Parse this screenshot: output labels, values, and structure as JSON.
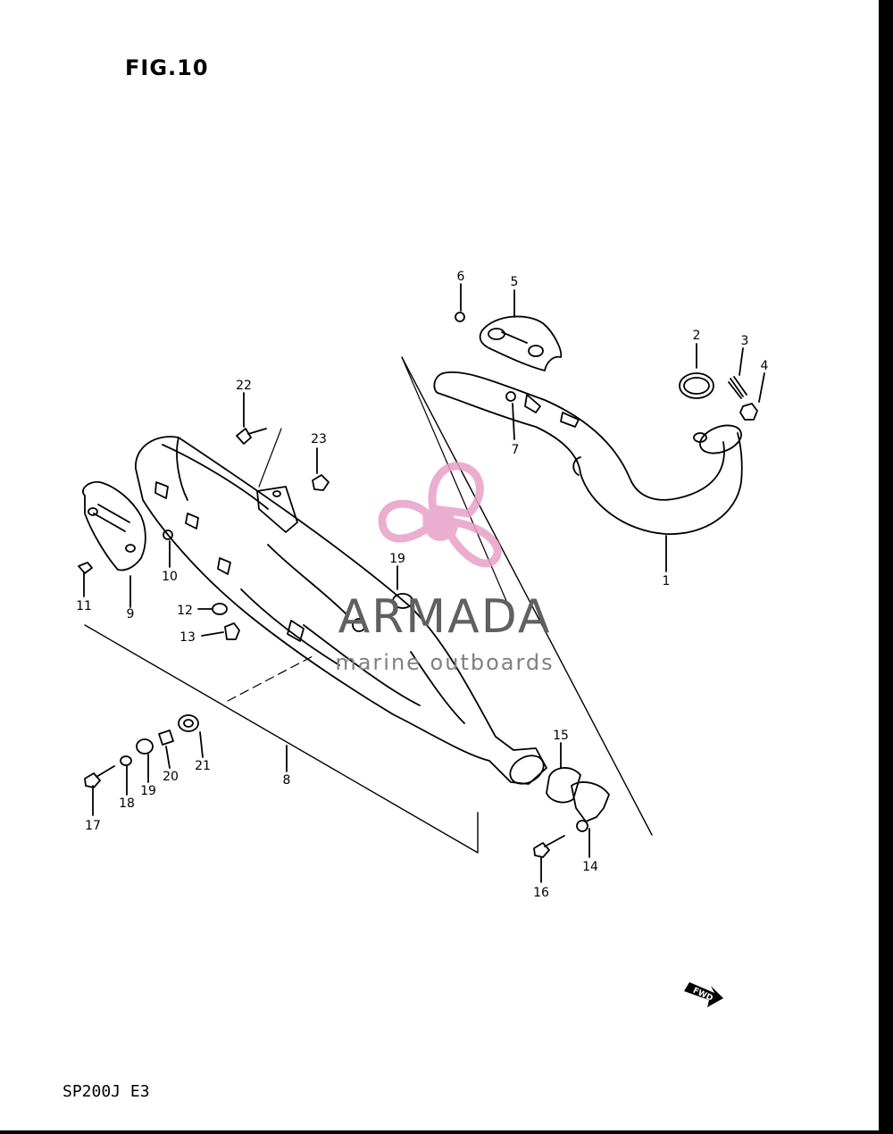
{
  "figure": {
    "title": "FIG.10",
    "model": "SP200J E3",
    "fwd_label": "FWD"
  },
  "watermark": {
    "brand": "ARMADA",
    "tagline": "marine outboards",
    "logo_color": "#e8a0c8",
    "text_color": "#606060"
  },
  "callouts": [
    "1",
    "2",
    "3",
    "4",
    "5",
    "6",
    "7",
    "8",
    "9",
    "10",
    "11",
    "12",
    "13",
    "14",
    "15",
    "16",
    "17",
    "18",
    "19",
    "19",
    "20",
    "21",
    "22",
    "23"
  ]
}
